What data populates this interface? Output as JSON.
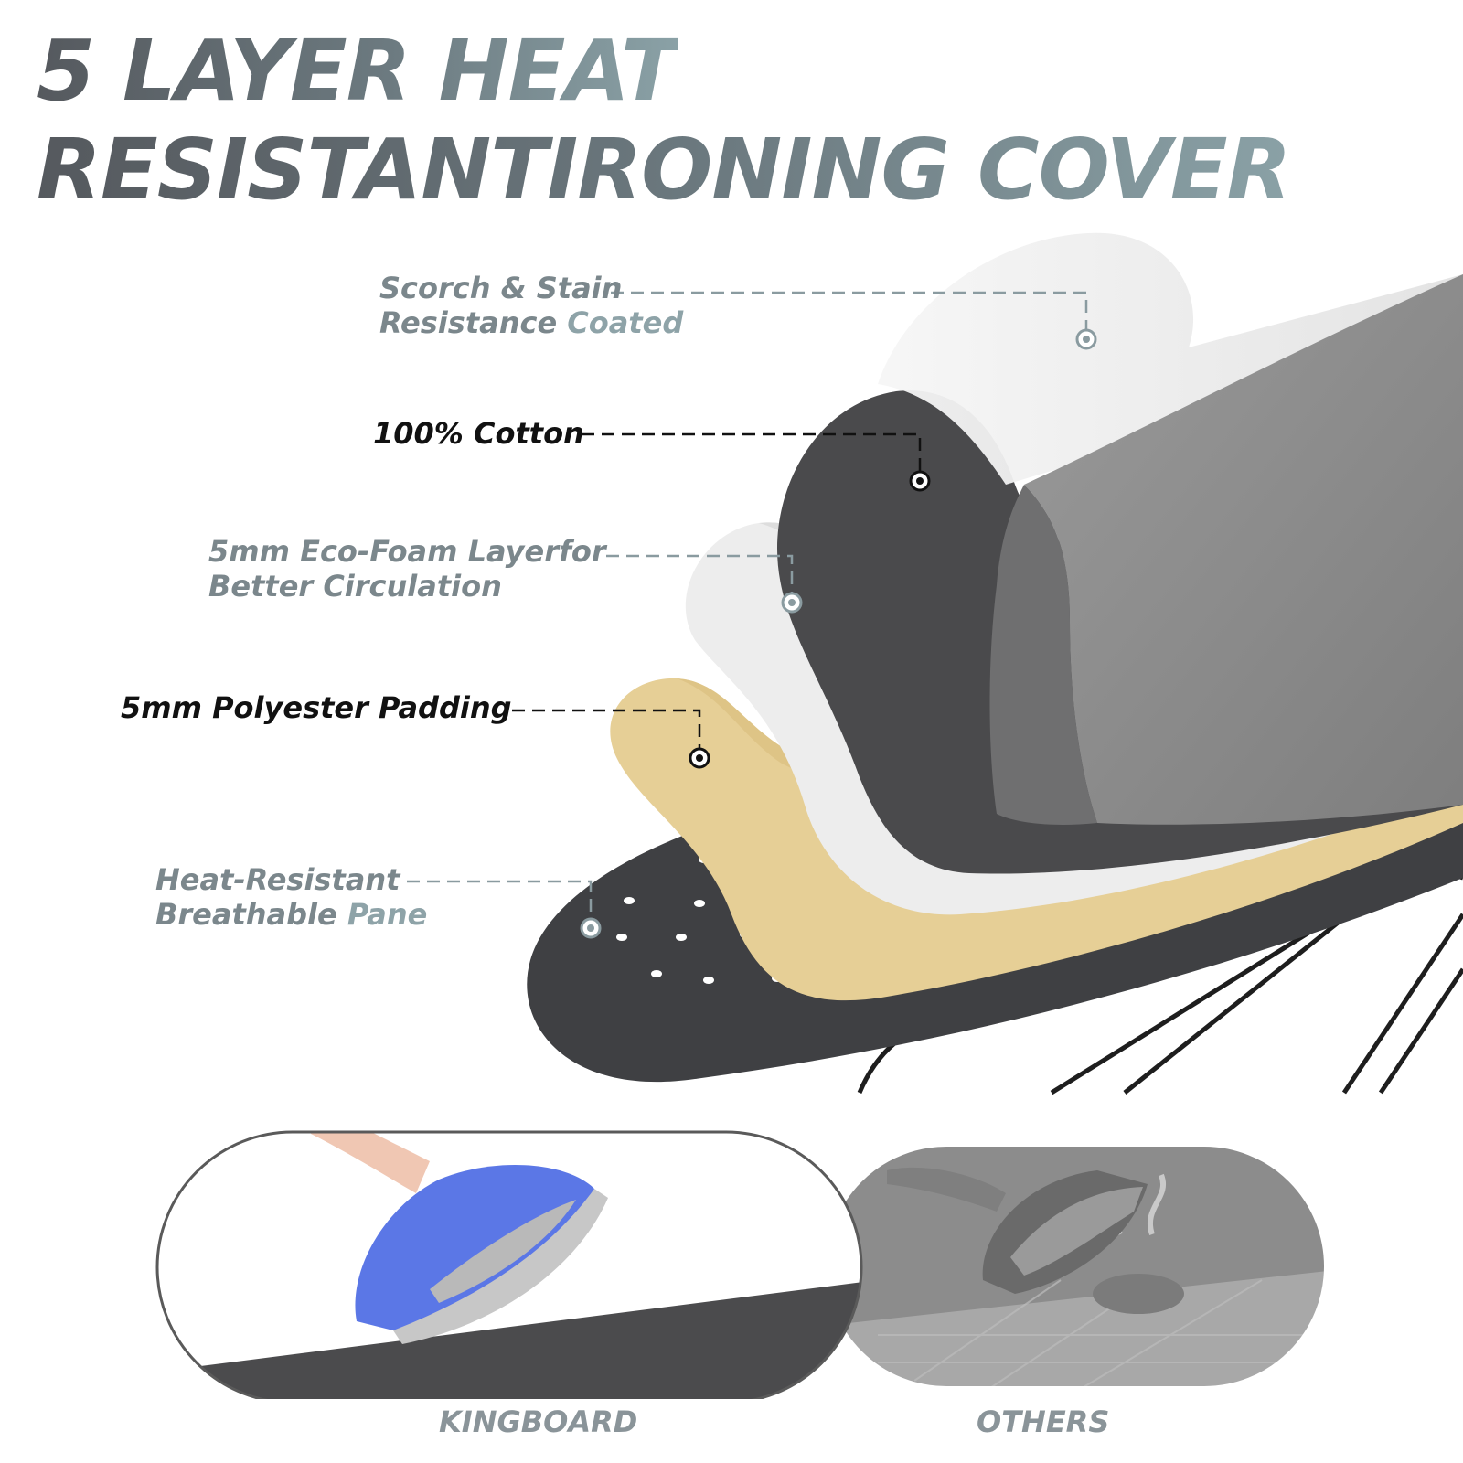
{
  "title": {
    "line1": "5 LAYER HEAT",
    "line2": "RESISTANTIRONING COVER"
  },
  "layers": [
    {
      "line1": "Scorch & Stain",
      "line2_a": "Resistance ",
      "line2_b": "Coated",
      "style": "gray"
    },
    {
      "line1": "100% Cotton",
      "style": "dark"
    },
    {
      "line1": "5mm Eco-Foam Layerfor",
      "line2_a": "Better Circulation",
      "line2_b": "",
      "style": "gray"
    },
    {
      "line1": "5mm Polyester Padding",
      "style": "dark"
    },
    {
      "line1": "Heat-Resistant",
      "line2_a": "Breathable ",
      "line2_b": "Pane",
      "style": "gray"
    }
  ],
  "comparison": {
    "left_caption": "KINGBOARD",
    "right_caption": "OTHERS"
  },
  "colors": {
    "callout_gray": "#8a9ba0",
    "callout_dark": "#111111",
    "top_layer": "#8d8d8d",
    "cotton_layer": "#4a4a4c",
    "foam_layer": "#ececec",
    "padding_layer": "#e8d29a",
    "pane": "#3e3f42"
  }
}
